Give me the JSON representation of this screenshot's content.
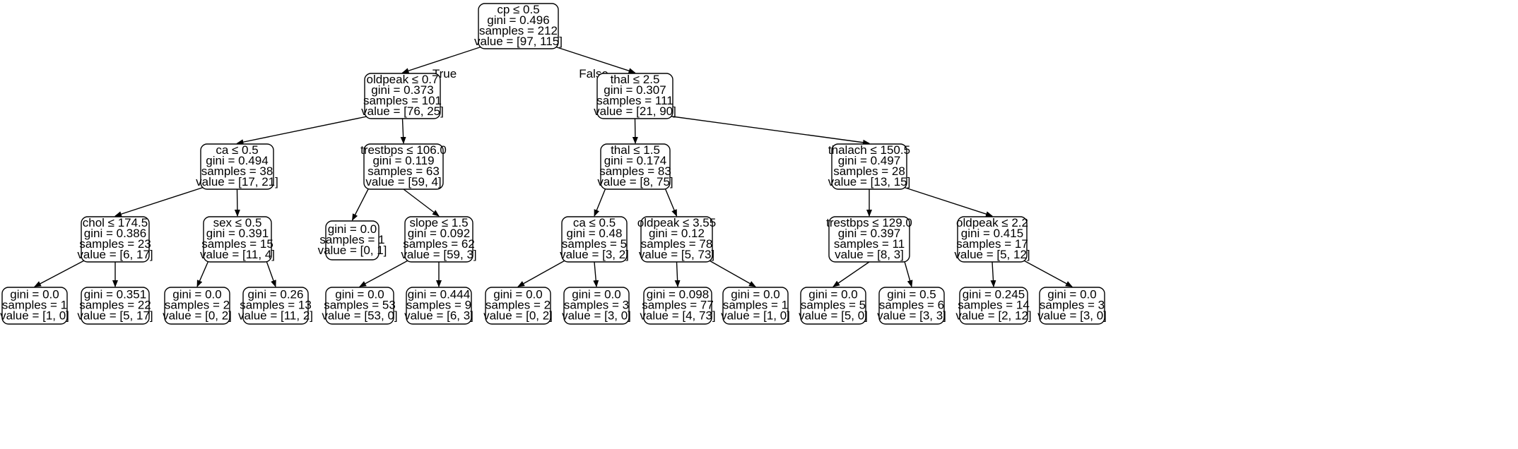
{
  "tree": {
    "nodes": [
      {
        "id": "n0",
        "lines": [
          "cp ≤ 0.5",
          "gini = 0.496",
          "samples = 212",
          "value = [97, 115]"
        ]
      },
      {
        "id": "n1",
        "lines": [
          "oldpeak ≤ 0.7",
          "gini = 0.373",
          "samples = 101",
          "value = [76, 25]"
        ]
      },
      {
        "id": "n2",
        "lines": [
          "thal ≤ 2.5",
          "gini = 0.307",
          "samples = 111",
          "value = [21, 90]"
        ]
      },
      {
        "id": "n3",
        "lines": [
          "ca ≤ 0.5",
          "gini = 0.494",
          "samples = 38",
          "value = [17, 21]"
        ]
      },
      {
        "id": "n4",
        "lines": [
          "trestbps ≤ 106.0",
          "gini = 0.119",
          "samples = 63",
          "value = [59, 4]"
        ]
      },
      {
        "id": "n5",
        "lines": [
          "thal ≤ 1.5",
          "gini = 0.174",
          "samples = 83",
          "value = [8, 75]"
        ]
      },
      {
        "id": "n6",
        "lines": [
          "thalach ≤ 150.5",
          "gini = 0.497",
          "samples = 28",
          "value = [13, 15]"
        ]
      },
      {
        "id": "n7",
        "lines": [
          "chol ≤ 174.5",
          "gini = 0.386",
          "samples = 23",
          "value = [6, 17]"
        ]
      },
      {
        "id": "n8",
        "lines": [
          "sex ≤ 0.5",
          "gini = 0.391",
          "samples = 15",
          "value = [11, 4]"
        ]
      },
      {
        "id": "n9",
        "lines": [
          "gini = 0.0",
          "samples = 1",
          "value = [0, 1]"
        ]
      },
      {
        "id": "n10",
        "lines": [
          "slope ≤ 1.5",
          "gini = 0.092",
          "samples = 62",
          "value = [59, 3]"
        ]
      },
      {
        "id": "n11",
        "lines": [
          "ca ≤ 0.5",
          "gini = 0.48",
          "samples = 5",
          "value = [3, 2]"
        ]
      },
      {
        "id": "n12",
        "lines": [
          "oldpeak ≤ 3.55",
          "gini = 0.12",
          "samples = 78",
          "value = [5, 73]"
        ]
      },
      {
        "id": "n13",
        "lines": [
          "trestbps ≤ 129.0",
          "gini = 0.397",
          "samples = 11",
          "value = [8, 3]"
        ]
      },
      {
        "id": "n14",
        "lines": [
          "oldpeak ≤ 2.2",
          "gini = 0.415",
          "samples = 17",
          "value = [5, 12]"
        ]
      },
      {
        "id": "n15",
        "lines": [
          "gini = 0.0",
          "samples = 1",
          "value = [1, 0]"
        ]
      },
      {
        "id": "n16",
        "lines": [
          "gini = 0.351",
          "samples = 22",
          "value = [5, 17]"
        ]
      },
      {
        "id": "n17",
        "lines": [
          "gini = 0.0",
          "samples = 2",
          "value = [0, 2]"
        ]
      },
      {
        "id": "n18",
        "lines": [
          "gini = 0.26",
          "samples = 13",
          "value = [11, 2]"
        ]
      },
      {
        "id": "n19",
        "lines": [
          "gini = 0.0",
          "samples = 53",
          "value = [53, 0]"
        ]
      },
      {
        "id": "n20",
        "lines": [
          "gini = 0.444",
          "samples = 9",
          "value = [6, 3]"
        ]
      },
      {
        "id": "n21",
        "lines": [
          "gini = 0.0",
          "samples = 2",
          "value = [0, 2]"
        ]
      },
      {
        "id": "n22",
        "lines": [
          "gini = 0.0",
          "samples = 3",
          "value = [3, 0]"
        ]
      },
      {
        "id": "n23",
        "lines": [
          "gini = 0.098",
          "samples = 77",
          "value = [4, 73]"
        ]
      },
      {
        "id": "n24",
        "lines": [
          "gini = 0.0",
          "samples = 1",
          "value = [1, 0]"
        ]
      },
      {
        "id": "n25",
        "lines": [
          "gini = 0.0",
          "samples = 5",
          "value = [5, 0]"
        ]
      },
      {
        "id": "n26",
        "lines": [
          "gini = 0.5",
          "samples = 6",
          "value = [3, 3]"
        ]
      },
      {
        "id": "n27",
        "lines": [
          "gini = 0.245",
          "samples = 14",
          "value = [2, 12]"
        ]
      },
      {
        "id": "n28",
        "lines": [
          "gini = 0.0",
          "samples = 3",
          "value = [3, 0]"
        ]
      }
    ],
    "edges": [
      {
        "from": "n0",
        "to": "n1",
        "label": "True"
      },
      {
        "from": "n0",
        "to": "n2",
        "label": "False"
      },
      {
        "from": "n1",
        "to": "n3"
      },
      {
        "from": "n1",
        "to": "n4"
      },
      {
        "from": "n2",
        "to": "n5"
      },
      {
        "from": "n2",
        "to": "n6"
      },
      {
        "from": "n3",
        "to": "n7"
      },
      {
        "from": "n3",
        "to": "n8"
      },
      {
        "from": "n4",
        "to": "n9"
      },
      {
        "from": "n4",
        "to": "n10"
      },
      {
        "from": "n5",
        "to": "n11"
      },
      {
        "from": "n5",
        "to": "n12"
      },
      {
        "from": "n6",
        "to": "n13"
      },
      {
        "from": "n6",
        "to": "n14"
      },
      {
        "from": "n7",
        "to": "n15"
      },
      {
        "from": "n7",
        "to": "n16"
      },
      {
        "from": "n8",
        "to": "n17"
      },
      {
        "from": "n8",
        "to": "n18"
      },
      {
        "from": "n10",
        "to": "n19"
      },
      {
        "from": "n10",
        "to": "n20"
      },
      {
        "from": "n11",
        "to": "n21"
      },
      {
        "from": "n11",
        "to": "n22"
      },
      {
        "from": "n12",
        "to": "n23"
      },
      {
        "from": "n12",
        "to": "n24"
      },
      {
        "from": "n13",
        "to": "n25"
      },
      {
        "from": "n13",
        "to": "n26"
      },
      {
        "from": "n14",
        "to": "n27"
      },
      {
        "from": "n14",
        "to": "n28"
      }
    ]
  }
}
